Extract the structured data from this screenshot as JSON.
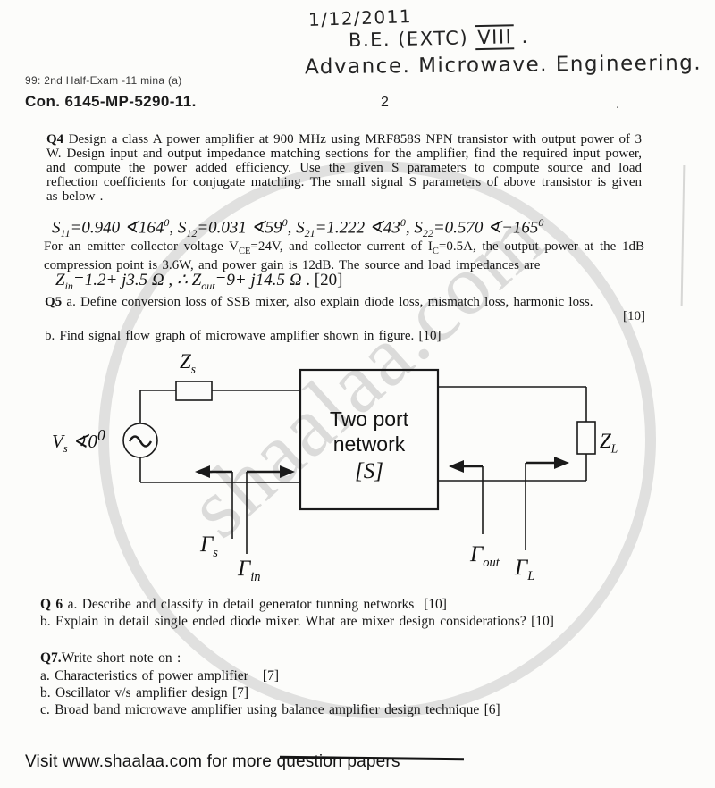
{
  "colors": {
    "ink": "#1c1c1c",
    "watermark_gray": "#c4c4c4"
  },
  "watermark": {
    "text": "shaalaa.com"
  },
  "handwriting": {
    "line1": "1/12/2011",
    "line2_prefix": "B.E. (EXTC) ",
    "line2_roman": "VIII",
    "line2_suffix": " .",
    "line3": "Advance. Microwave. Engineering."
  },
  "header": {
    "exam_ref": "99: 2nd Half-Exam -11 mina (a)",
    "con_number": "Con. 6145-MP-5290-11.",
    "page_number": "2",
    "stray_dot": "."
  },
  "q4": {
    "label": "Q4",
    "text": " Design a class A power amplifier at 900 MHz using MRF858S NPN transistor with output power of 3 W. Design input and output impedance matching sections for the amplifier, find the required input power, and compute the power added efficiency. Use the given S parameters to compute source and load reflection coefficients for conjugate matching. The small signal S parameters of above transistor is given as below .",
    "vce_segments": [
      {
        "t": "x",
        "v": "For an emitter collector voltage V"
      },
      {
        "t": "sub",
        "v": "CE"
      },
      {
        "t": "x",
        "v": "=24V, and collector current of I"
      },
      {
        "t": "sub",
        "v": "C"
      },
      {
        "t": "x",
        "v": "=0.5A, the output power at the 1dB compression point is 3.6W, and power gain is 12dB. The source and load impedances are"
      }
    ]
  },
  "equations": {
    "s_params": [
      {
        "t": "x",
        "v": "S"
      },
      {
        "t": "sub",
        "v": "11"
      },
      {
        "t": "x",
        "v": "=0.940 ∢164"
      },
      {
        "t": "sup",
        "v": "0"
      },
      {
        "t": "x",
        "v": ", S"
      },
      {
        "t": "sub",
        "v": "12"
      },
      {
        "t": "x",
        "v": "=0.031 ∢59"
      },
      {
        "t": "sup",
        "v": "0"
      },
      {
        "t": "x",
        "v": ", S"
      },
      {
        "t": "sub",
        "v": "21"
      },
      {
        "t": "x",
        "v": "=1.222 ∢43"
      },
      {
        "t": "sup",
        "v": "0"
      },
      {
        "t": "x",
        "v": ", S"
      },
      {
        "t": "sub",
        "v": "22"
      },
      {
        "t": "x",
        "v": "=0.570 ∢−165"
      },
      {
        "t": "sup",
        "v": "0"
      }
    ],
    "z_line": [
      {
        "t": "x",
        "v": "Z"
      },
      {
        "t": "sub",
        "v": "in"
      },
      {
        "t": "x",
        "v": "=1.2+ j3.5 Ω , ∴ Z"
      },
      {
        "t": "sub",
        "v": "out"
      },
      {
        "t": "x",
        "v": "=9+ j14.5 Ω"
      },
      {
        "t": "r",
        "v": "  . [20]"
      }
    ]
  },
  "q5": {
    "label": "Q5",
    "a_text": " a. Define conversion loss of SSB mixer, also explain diode loss, mismatch loss, harmonic loss.",
    "a_marks": "[10]",
    "b_text": "b. Find signal flow graph of microwave amplifier shown in figure. [10]"
  },
  "diagram": {
    "labels": {
      "zs": {
        "main": "Z",
        "sub": "s"
      },
      "vs": [
        {
          "t": "x",
          "v": "V"
        },
        {
          "t": "sub",
          "v": "s"
        },
        {
          "t": "x",
          "v": " ∢0"
        },
        {
          "t": "sup",
          "v": "0"
        }
      ],
      "box_line1": "Two port",
      "box_line2": "network",
      "box_s": "[S]",
      "zl": {
        "main": "Z",
        "sub": "L"
      },
      "gamma_s": {
        "main": "Γ",
        "sub": "s"
      },
      "gamma_in": {
        "main": "Γ",
        "sub": "in"
      },
      "gamma_out": {
        "main": "Γ",
        "sub": "out"
      },
      "gamma_l": {
        "main": "Γ",
        "sub": "L"
      }
    }
  },
  "q6": {
    "label": "Q 6",
    "a_text": " a. Describe and classify in detail generator tunning networks  [10]",
    "b_text": "b. Explain in detail single ended diode mixer. What are mixer design considerations? [10]"
  },
  "q7": {
    "label": "Q7.",
    "title": "Write short note on :",
    "a_text": "a. Characteristics of power amplifier   [7]",
    "b_text": "b. Oscillator v/s amplifier design [7]",
    "c_text": "c. Broad band microwave amplifier using balance amplifier design technique [6]"
  },
  "footer": {
    "text": "Visit www.shaalaa.com for more question papers"
  }
}
